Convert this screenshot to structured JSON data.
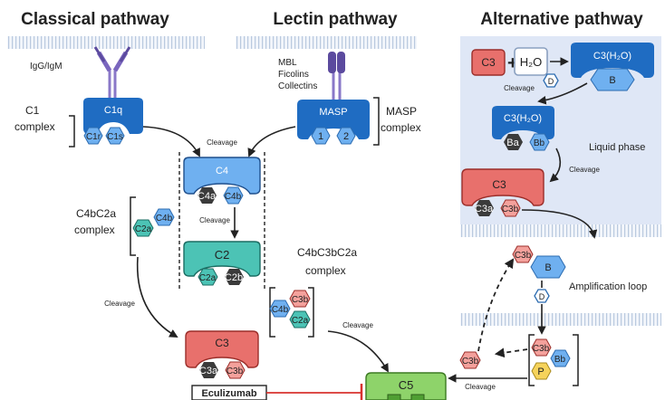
{
  "titles": {
    "classical": "Classical pathway",
    "lectin": "Lectin pathway",
    "alternative": "Alternative pathway"
  },
  "classical": {
    "antibody": "IgG/IgM",
    "complex_line1": "C1",
    "complex_line2": "complex",
    "c1q": "C1q",
    "c1r": "C1r",
    "c1s": "C1s"
  },
  "lectin": {
    "mbl": "MBL",
    "ficolins": "Ficolins",
    "collectins": "Collectins",
    "masp": "MASP",
    "masp1": "1",
    "masp2": "2",
    "complex_line1": "MASP",
    "complex_line2": "complex"
  },
  "center": {
    "cleavage_top": "Cleavage",
    "c4": "C4",
    "c4a": "C4a",
    "c4b": "C4b",
    "cleavage_mid": "Cleavage",
    "c2": "C2",
    "c2a": "C2a",
    "c2b": "C2b",
    "c4bc2a_line1": "C4bC2a",
    "c4bc2a_line2": "complex",
    "c4bc2a_c2a": "C2a",
    "c4bc2a_c4b": "C4b",
    "cleavage_left": "Cleavage",
    "c3": "C3",
    "c3a": "C3a",
    "c3b": "C3b",
    "eculizumab": "Eculizumab",
    "c5": "C5"
  },
  "c4bc3bc2a": {
    "line1": "C4bC3bC2a",
    "line2": "complex",
    "c3b": "C3b",
    "c4b": "C4b",
    "c2a": "C2a",
    "cleavage": "Cleavage"
  },
  "alternative": {
    "c3": "C3",
    "plus": "+",
    "h2o": "H₂O",
    "c3h2o": "C3(H₂O)",
    "b": "B",
    "cleavage1": "Cleavage",
    "d": "D",
    "c3h2o_2": "C3(H₂O)",
    "ba": "Ba",
    "bb": "Bb",
    "liquid_phase": "Liquid phase",
    "cleavage2": "Cleavage",
    "c3_big": "C3",
    "c3a": "C3a",
    "c3b": "C3b",
    "amp_c3b": "C3b",
    "amp_b": "B",
    "amp_d": "D",
    "amplification_loop": "Amplification loop",
    "conv_c3b": "C3b",
    "conv_bb": "Bb",
    "conv_p": "P",
    "free_c3b": "C3b",
    "cleavage3": "Cleavage"
  },
  "colors": {
    "blue_dark": "#1f6cc2",
    "blue_light": "#6fb0f0",
    "teal": "#4cc3b5",
    "red": "#e8706c",
    "red_light": "#f4a19c",
    "green": "#8ed36a",
    "yellow": "#f6d35b",
    "purple": "#5b4a9e",
    "membrane": "#b9c9df",
    "liquid_bg": "#dfe7f6"
  }
}
